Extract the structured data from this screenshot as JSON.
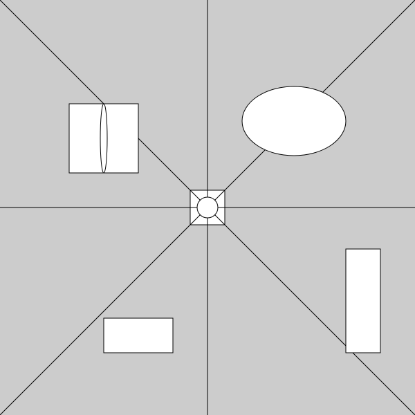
{
  "colors": {
    "background": "#cccccc",
    "shape_fill": "#ffffff",
    "stroke": "#000000"
  },
  "shapes": [
    {
      "name": "square-with-inner-ellipse",
      "kind": "square"
    },
    {
      "name": "ellipse",
      "kind": "ellipse"
    },
    {
      "name": "wide-rectangle",
      "kind": "rectangle"
    },
    {
      "name": "tall-rectangle",
      "kind": "rectangle"
    },
    {
      "name": "center-square-with-circle",
      "kind": "square"
    }
  ]
}
